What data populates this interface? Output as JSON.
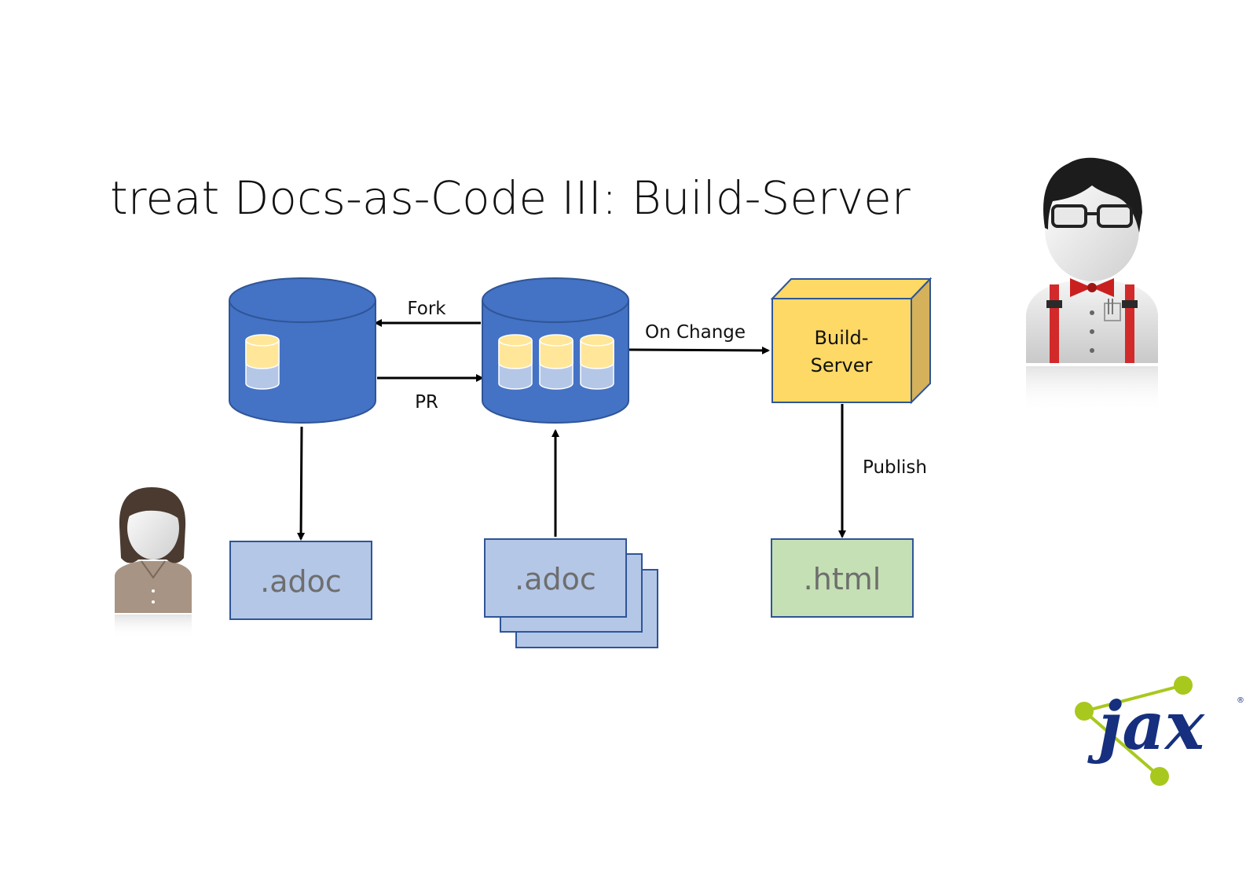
{
  "slide": {
    "title": "treat Docs-as-Code III: Build-Server"
  },
  "diagram": {
    "nodes": {
      "fork_repo": {
        "kind": "repository",
        "inner_repos": 1
      },
      "main_repo": {
        "kind": "repository",
        "inner_repos": 3
      },
      "build_server": {
        "kind": "server",
        "label_line1": "Build-",
        "label_line2": "Server"
      },
      "local_doc": {
        "kind": "document",
        "label": ".adoc"
      },
      "source_docs": {
        "kind": "document-stack",
        "label": ".adoc"
      },
      "output_doc": {
        "kind": "document",
        "label": ".html"
      }
    },
    "edges": {
      "fork": {
        "label": "Fork",
        "from": "main_repo",
        "to": "fork_repo"
      },
      "pr": {
        "label": "PR",
        "from": "fork_repo",
        "to": "main_repo"
      },
      "on_change": {
        "label": "On Change",
        "from": "main_repo",
        "to": "build_server"
      },
      "publish": {
        "label": "Publish",
        "from": "build_server",
        "to": "output_doc"
      },
      "checkout": {
        "label": "",
        "from": "fork_repo",
        "to": "local_doc"
      },
      "commit": {
        "label": "",
        "from": "source_docs",
        "to": "main_repo"
      }
    }
  },
  "figures": {
    "writer": {
      "icon": "person-writer-icon"
    },
    "developer": {
      "icon": "person-developer-icon"
    }
  },
  "logo": {
    "text": "jax",
    "mark": "®"
  },
  "colors": {
    "repo_fill": "#4472c4",
    "repo_stroke": "#2f5597",
    "inner_top": "#ffe699",
    "inner_bottom": "#b4c7e7",
    "doc_fill": "#b4c7e7",
    "html_fill": "#c5e0b4",
    "server_front": "#ffd966",
    "server_side": "#d4b15a",
    "logo_blue": "#16307f",
    "logo_green": "#a8c81e"
  }
}
